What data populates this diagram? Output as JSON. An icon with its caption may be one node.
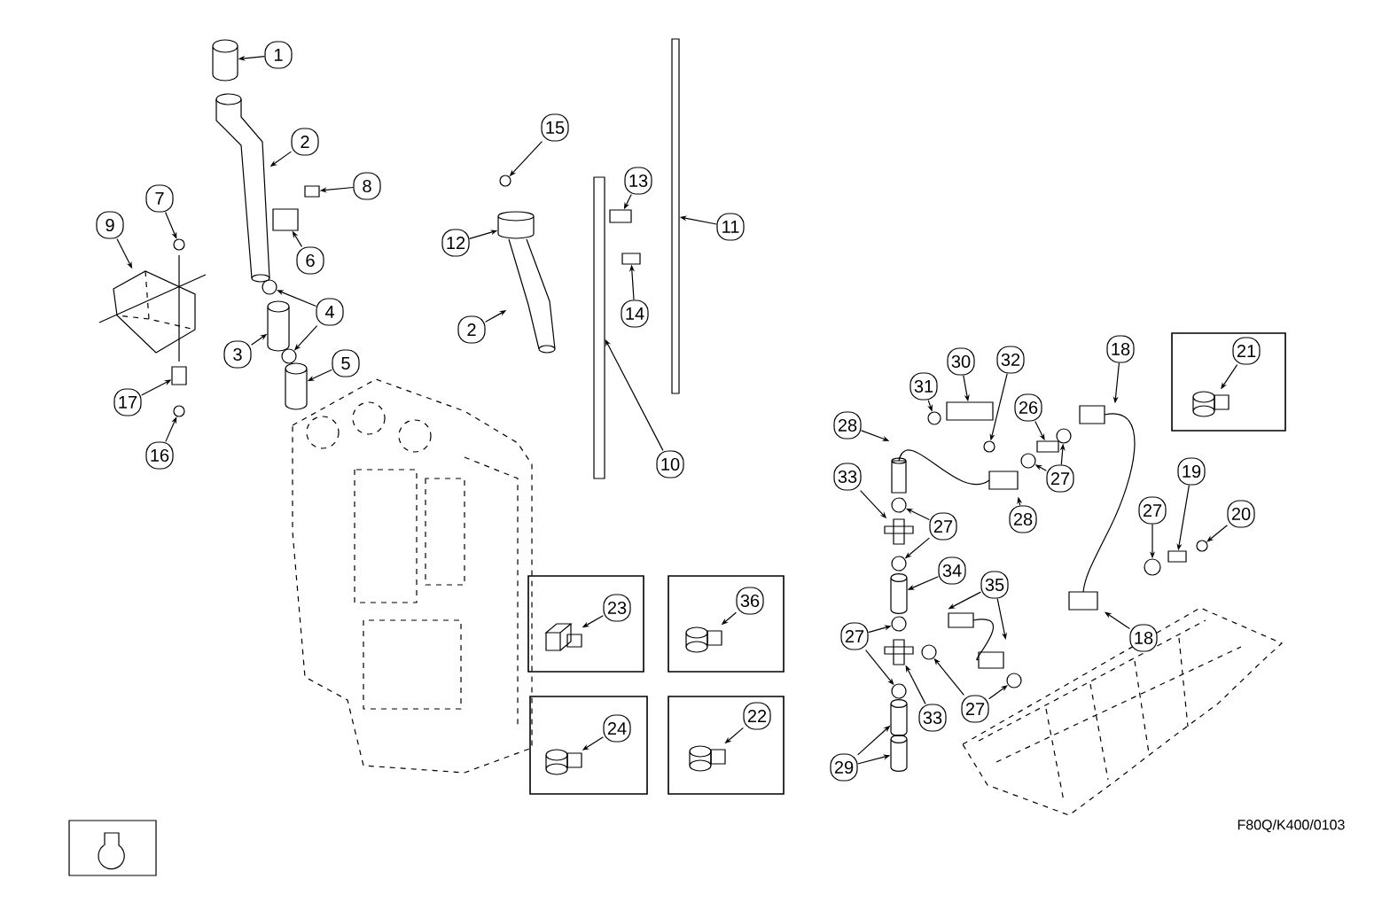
{
  "diagram": {
    "nodes": [
      {
        "text": [
          "1"
        ]
      },
      {
        "text": [
          "2"
        ]
      },
      {
        "text": [
          "8"
        ]
      },
      {
        "text": [
          "7"
        ]
      },
      {
        "text": [
          "9"
        ]
      },
      {
        "text": [
          "6"
        ]
      },
      {
        "text": [
          "4"
        ]
      },
      {
        "text": [
          "3"
        ]
      },
      {
        "text": [
          "5"
        ]
      },
      {
        "text": [
          "17"
        ]
      },
      {
        "text": [
          "16"
        ]
      },
      {
        "text": [
          "15"
        ]
      },
      {
        "text": [
          "13"
        ]
      },
      {
        "text": [
          "12"
        ]
      },
      {
        "text": [
          "11"
        ]
      },
      {
        "text": [
          "14"
        ]
      },
      {
        "text": [
          "2"
        ]
      },
      {
        "text": [
          "10"
        ]
      },
      {
        "text": [
          "30"
        ]
      },
      {
        "text": [
          "32"
        ]
      },
      {
        "text": [
          "18"
        ]
      },
      {
        "text": [],
        "shape": "box"
      },
      {
        "text": [
          "21"
        ],
        "in": 21
      },
      {
        "text": [
          "31"
        ]
      },
      {
        "text": [
          "26"
        ]
      },
      {
        "text": [
          "28"
        ]
      },
      {
        "text": [
          "27"
        ]
      },
      {
        "text": [
          "19"
        ]
      },
      {
        "text": [
          "33"
        ]
      },
      {
        "text": [
          "27"
        ]
      },
      {
        "text": [
          "20"
        ]
      },
      {
        "text": [
          "27"
        ]
      },
      {
        "text": [
          "28"
        ]
      },
      {
        "text": [
          "34"
        ]
      },
      {
        "text": [
          "35"
        ]
      },
      {
        "text": [
          "18"
        ]
      },
      {
        "text": [],
        "shape": "box"
      },
      {
        "text": [
          "23"
        ],
        "in": 36
      },
      {
        "text": [],
        "shape": "box"
      },
      {
        "text": [
          "36"
        ],
        "in": 38
      },
      {
        "text": [
          "27"
        ]
      },
      {
        "text": [
          "27"
        ]
      },
      {
        "text": [
          "33"
        ]
      },
      {
        "text": [],
        "shape": "box"
      },
      {
        "text": [
          "24"
        ],
        "in": 43
      },
      {
        "text": [],
        "shape": "box"
      },
      {
        "text": [
          "22"
        ],
        "in": 45
      },
      {
        "text": [
          "29"
        ]
      },
      {
        "text": [],
        "shape": "cylinder"
      },
      {
        "text": [],
        "shape": "picture"
      },
      {
        "text": [],
        "shape": "box"
      },
      {
        "text": [],
        "shape": "circle"
      },
      {
        "text": [],
        "shape": "picture"
      },
      {
        "text": [],
        "shape": "box"
      },
      {
        "text": [],
        "shape": "circle"
      },
      {
        "text": [],
        "shape": "circle"
      },
      {
        "text": [],
        "shape": "cylinder"
      },
      {
        "text": [],
        "shape": "cylinder"
      },
      {
        "text": [],
        "shape": "box"
      },
      {
        "text": [],
        "shape": "circle"
      },
      {
        "text": [],
        "shape": "circle"
      },
      {
        "text": [],
        "shape": "box"
      },
      {
        "text": [],
        "shape": "cylinder"
      },
      {
        "text": [],
        "shape": "picture"
      },
      {
        "text": [],
        "shape": "bar"
      },
      {
        "text": [],
        "shape": "box"
      },
      {
        "text": [],
        "shape": "bar"
      },
      {
        "text": [],
        "shape": "box"
      },
      {
        "text": [],
        "shape": "circle"
      },
      {
        "text": [],
        "shape": "picture"
      },
      {
        "text": [],
        "shape": "picture",
        "in": 21
      },
      {
        "text": [],
        "shape": "circle"
      },
      {
        "text": [],
        "shape": "box"
      },
      {
        "text": [],
        "shape": "picture"
      },
      {
        "text": [],
        "shape": "circle"
      },
      {
        "text": [],
        "shape": "circle"
      },
      {
        "text": [],
        "shape": "box"
      },
      {
        "text": [],
        "shape": "picture"
      },
      {
        "text": [],
        "shape": "circle"
      },
      {
        "text": [],
        "shape": "circle"
      },
      {
        "text": [],
        "shape": "circle"
      },
      {
        "text": [],
        "shape": "circle"
      },
      {
        "text": [],
        "shape": "cylinder"
      },
      {
        "text": [],
        "shape": "picture"
      },
      {
        "text": [],
        "shape": "picture",
        "in": 36
      },
      {
        "text": [],
        "shape": "picture",
        "in": 38
      },
      {
        "text": [],
        "shape": "circle"
      },
      {
        "text": [],
        "shape": "circle"
      },
      {
        "text": [],
        "shape": "circle"
      },
      {
        "text": [],
        "shape": "circle"
      },
      {
        "text": [],
        "shape": "picture"
      },
      {
        "text": [],
        "shape": "picture",
        "in": 43
      },
      {
        "text": [],
        "shape": "picture",
        "in": 45
      },
      {
        "text": [],
        "shape": "cylinder"
      },
      {
        "text": [],
        "shape": "cylinder"
      }
    ],
    "edges": [
      {
        "from": 0,
        "to": 48,
        "arrow": "to"
      },
      {
        "from": 1,
        "to": 49,
        "arrow": "to"
      },
      {
        "from": 2,
        "to": 50,
        "arrow": "to"
      },
      {
        "from": 3,
        "to": 51,
        "arrow": "to"
      },
      {
        "from": 4,
        "to": 52,
        "arrow": "to"
      },
      {
        "from": 5,
        "to": 53,
        "arrow": "to"
      },
      {
        "from": 6,
        "to": 54,
        "arrow": "to"
      },
      {
        "from": 6,
        "to": 55,
        "arrow": "to"
      },
      {
        "from": 7,
        "to": 56,
        "arrow": "to"
      },
      {
        "from": 8,
        "to": 57,
        "arrow": "to"
      },
      {
        "from": 9,
        "to": 58,
        "arrow": "to"
      },
      {
        "from": 10,
        "to": 59,
        "arrow": "to"
      },
      {
        "from": 11,
        "to": 60,
        "arrow": "to"
      },
      {
        "from": 12,
        "to": 61,
        "arrow": "to"
      },
      {
        "from": 13,
        "to": 62,
        "arrow": "to"
      },
      {
        "from": 14,
        "to": 66,
        "arrow": "to"
      },
      {
        "from": 15,
        "to": 65,
        "arrow": "to"
      },
      {
        "from": 16,
        "to": 63,
        "arrow": "to"
      },
      {
        "from": 17,
        "to": 64,
        "arrow": "to"
      },
      {
        "from": 18,
        "to": 67,
        "arrow": "to"
      },
      {
        "from": 19,
        "to": 68,
        "arrow": "to"
      },
      {
        "from": 20,
        "to": 69,
        "arrow": "to"
      },
      {
        "from": 22,
        "to": 70,
        "arrow": "to"
      },
      {
        "from": 23,
        "to": 71,
        "arrow": "to"
      },
      {
        "from": 24,
        "to": 72,
        "arrow": "to"
      },
      {
        "from": 25,
        "to": 73,
        "arrow": "to"
      },
      {
        "from": 26,
        "to": 74,
        "arrow": "to"
      },
      {
        "from": 26,
        "to": 75,
        "arrow": "to"
      },
      {
        "from": 27,
        "to": 76,
        "arrow": "to"
      },
      {
        "from": 28,
        "to": 77,
        "arrow": "to"
      },
      {
        "from": 29,
        "to": 78,
        "arrow": "to"
      },
      {
        "from": 30,
        "to": 79,
        "arrow": "to"
      },
      {
        "from": 31,
        "to": 80,
        "arrow": "to"
      },
      {
        "from": 31,
        "to": 81,
        "arrow": "to"
      },
      {
        "from": 32,
        "to": 73,
        "arrow": "to"
      },
      {
        "from": 33,
        "to": 82,
        "arrow": "to"
      },
      {
        "from": 34,
        "to": 83,
        "arrow": "to"
      },
      {
        "from": 34,
        "to": 83,
        "arrow": "to"
      },
      {
        "from": 35,
        "to": 69,
        "arrow": "to"
      },
      {
        "from": 37,
        "to": 84,
        "arrow": "to"
      },
      {
        "from": 39,
        "to": 85,
        "arrow": "to"
      },
      {
        "from": 40,
        "to": 86,
        "arrow": "to"
      },
      {
        "from": 40,
        "to": 87,
        "arrow": "to"
      },
      {
        "from": 41,
        "to": 88,
        "arrow": "to"
      },
      {
        "from": 41,
        "to": 89,
        "arrow": "to"
      },
      {
        "from": 42,
        "to": 90,
        "arrow": "to"
      },
      {
        "from": 44,
        "to": 91,
        "arrow": "to"
      },
      {
        "from": 46,
        "to": 92,
        "arrow": "to"
      },
      {
        "from": 47,
        "to": 93,
        "arrow": "to"
      },
      {
        "from": 47,
        "to": 94,
        "arrow": "to"
      }
    ],
    "labels": [
      "F80Q/K400/0103"
    ]
  }
}
